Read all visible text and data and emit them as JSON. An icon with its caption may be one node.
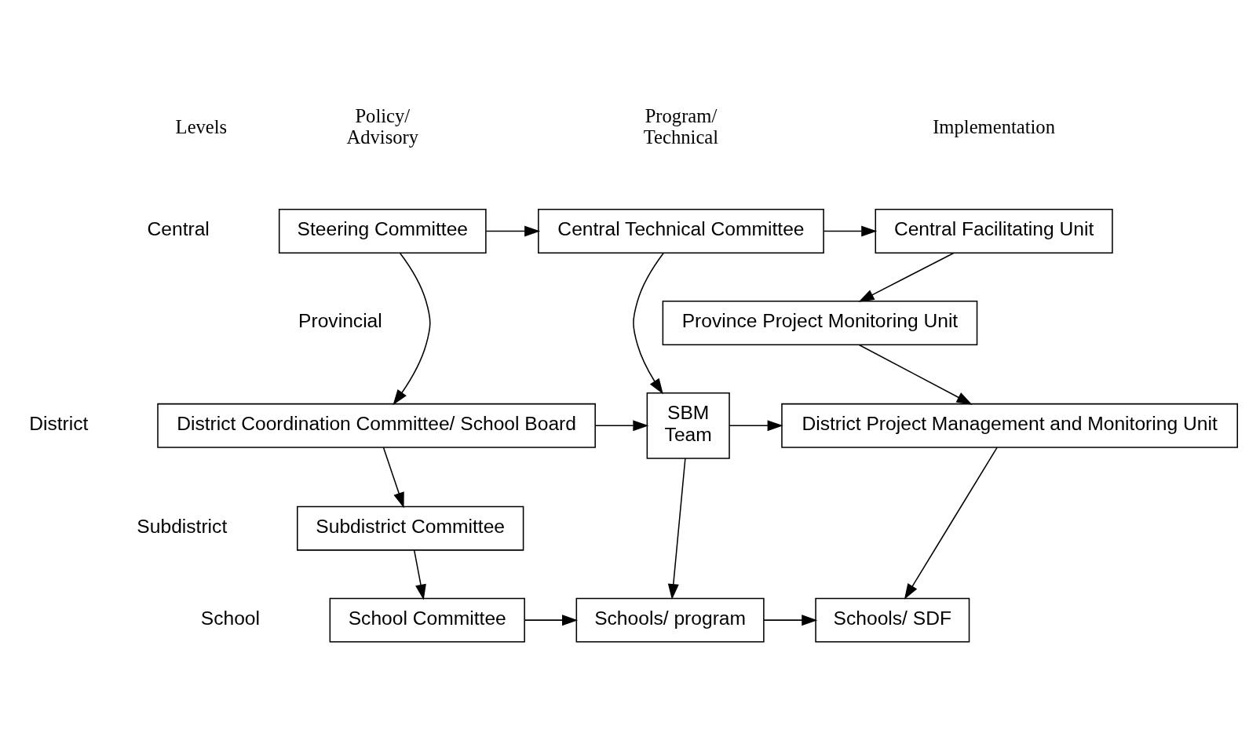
{
  "diagram": {
    "nodes": [
      {
        "text": [
          "Steering Committee"
        ]
      },
      {
        "text": [
          "Central Technical Committee"
        ]
      },
      {
        "text": [
          "Central Facilitating Unit"
        ]
      },
      {
        "text": [
          "Province Project Monitoring Unit"
        ]
      },
      {
        "text": [
          "District Coordination Committee/ School Board"
        ]
      },
      {
        "text": [
          "SBM",
          "Team"
        ]
      },
      {
        "text": [
          "District Project Management and Monitoring Unit"
        ]
      },
      {
        "text": [
          "Subdistrict Committee"
        ]
      },
      {
        "text": [
          "School Committee"
        ]
      },
      {
        "text": [
          "Schools/ program"
        ]
      },
      {
        "text": [
          "Schools/ SDF"
        ]
      }
    ],
    "edges": [
      {
        "from": 0,
        "to": 1,
        "arrow": "to"
      },
      {
        "from": 1,
        "to": 2,
        "arrow": "to"
      },
      {
        "from": 0,
        "to": 4,
        "arrow": "to"
      },
      {
        "from": 1,
        "to": 5,
        "arrow": "to"
      },
      {
        "from": 2,
        "to": 3,
        "arrow": "to"
      },
      {
        "from": 3,
        "to": 6,
        "arrow": "to"
      },
      {
        "from": 4,
        "to": 5,
        "arrow": "to"
      },
      {
        "from": 5,
        "to": 6,
        "arrow": "to"
      },
      {
        "from": 4,
        "to": 7,
        "arrow": "to"
      },
      {
        "from": 7,
        "to": 8,
        "arrow": "to"
      },
      {
        "from": 5,
        "to": 9,
        "arrow": "to"
      },
      {
        "from": 6,
        "to": 10,
        "arrow": "to"
      },
      {
        "from": 8,
        "to": 9,
        "arrow": "to"
      },
      {
        "from": 9,
        "to": 10,
        "arrow": "to"
      }
    ],
    "labels": [
      "Levels",
      "Policy/ Advisory",
      "Program/ Technical",
      "Implementation",
      "Central",
      "Provincial",
      "District",
      "Subdistrict",
      "School"
    ]
  }
}
